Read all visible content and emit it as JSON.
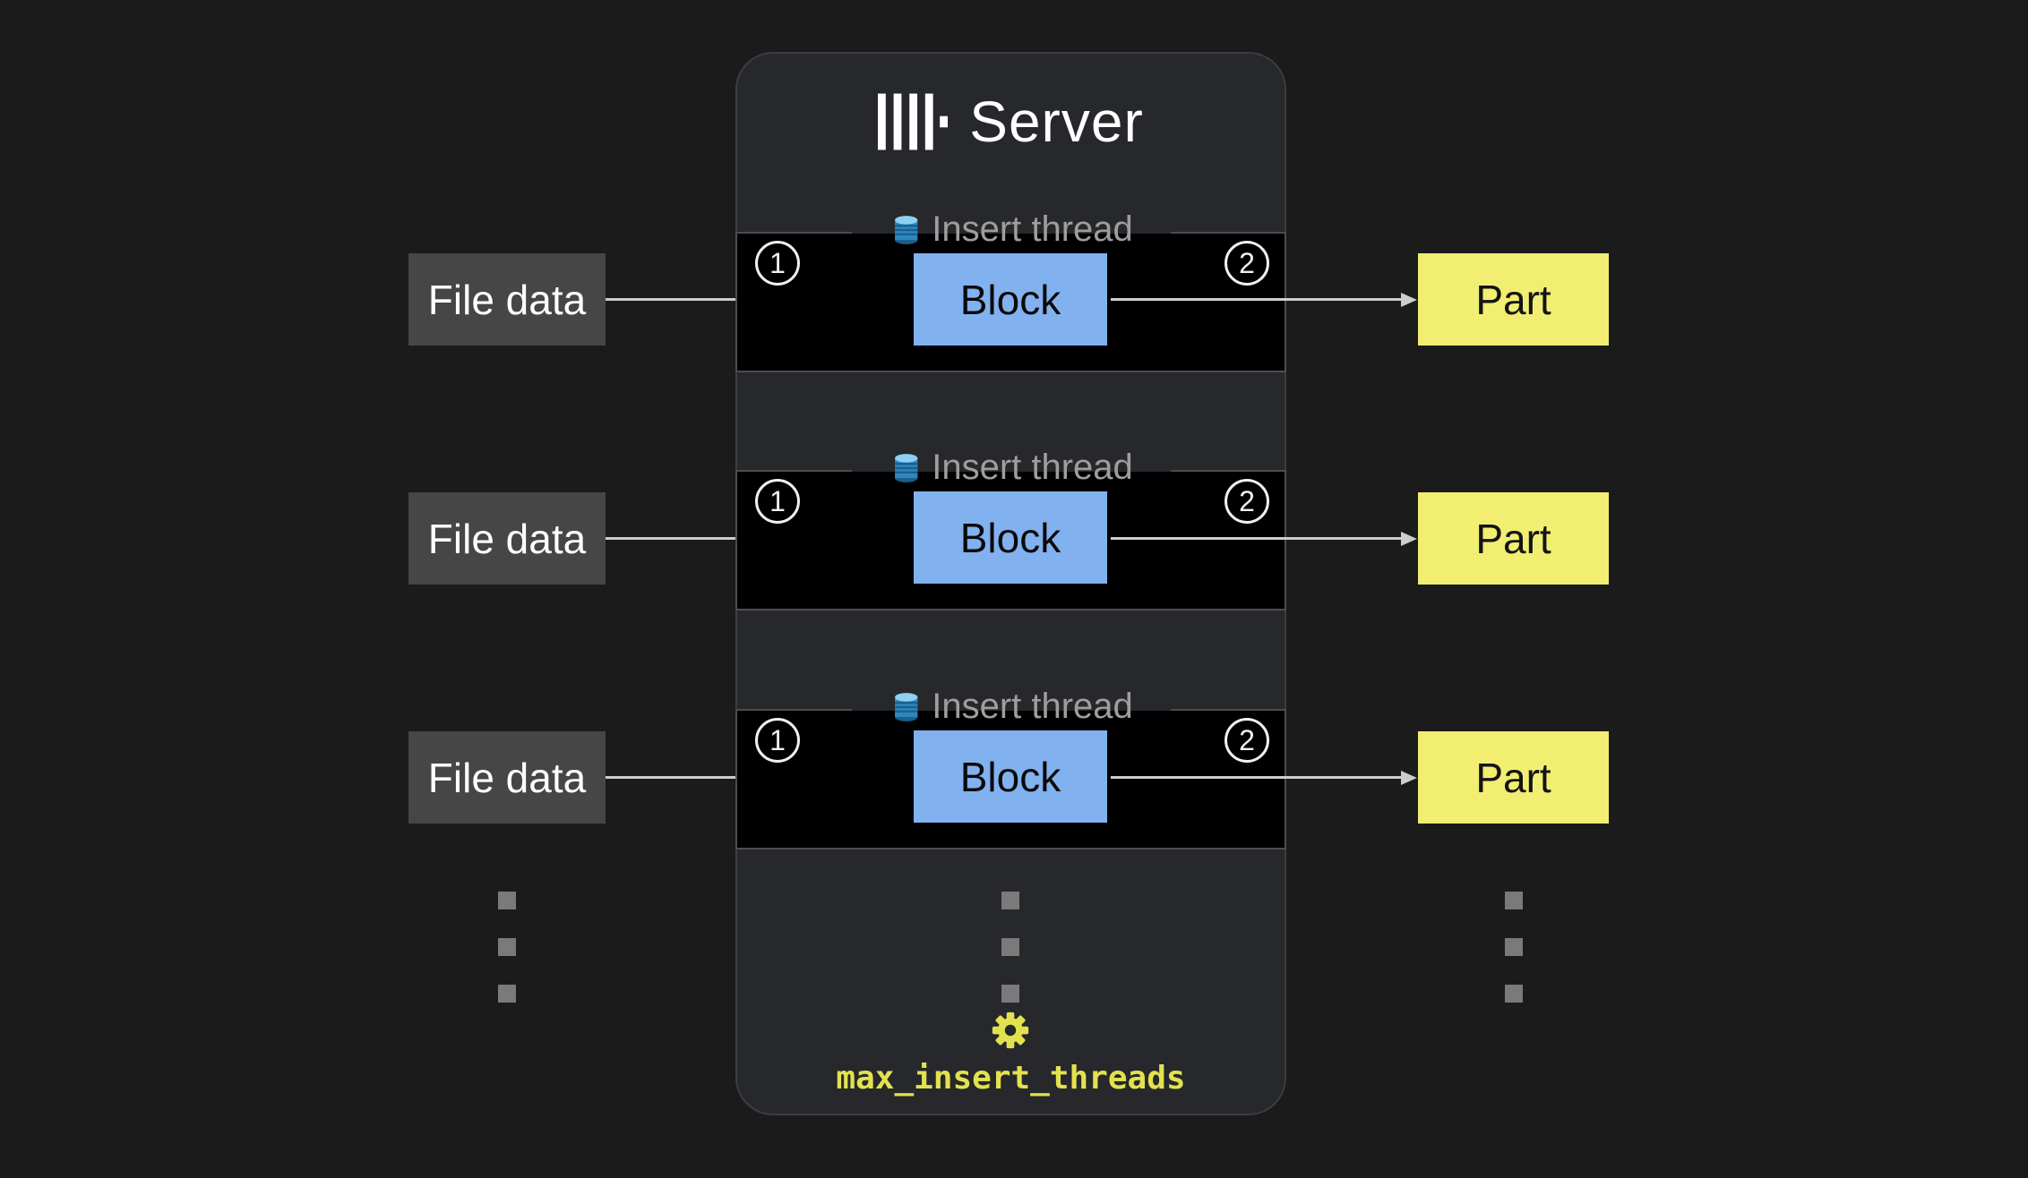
{
  "server": {
    "title": "Server",
    "settings_label": "max_insert_threads"
  },
  "threads": [
    {
      "label": "Insert thread",
      "step_in": "1",
      "step_out": "2",
      "block": "Block",
      "input": "File data",
      "output": "Part"
    },
    {
      "label": "Insert thread",
      "step_in": "1",
      "step_out": "2",
      "block": "Block",
      "input": "File data",
      "output": "Part"
    },
    {
      "label": "Insert thread",
      "step_in": "1",
      "step_out": "2",
      "block": "Block",
      "input": "File data",
      "output": "Part"
    }
  ],
  "icons": {
    "logo": "clickhouse-bars-icon",
    "thread": "thread-spool-icon",
    "settings": "gear-icon",
    "ellipsis": "vertical-dots"
  },
  "colors": {
    "background": "#1b1b1b",
    "server_bg": "#27282c",
    "strip_bg": "#000000",
    "block_bg": "#82b1f0",
    "file_data_bg": "#464646",
    "part_bg": "#f2ee71",
    "accent_yellow": "#e3e24e",
    "arrow": "#cdcdcd"
  }
}
